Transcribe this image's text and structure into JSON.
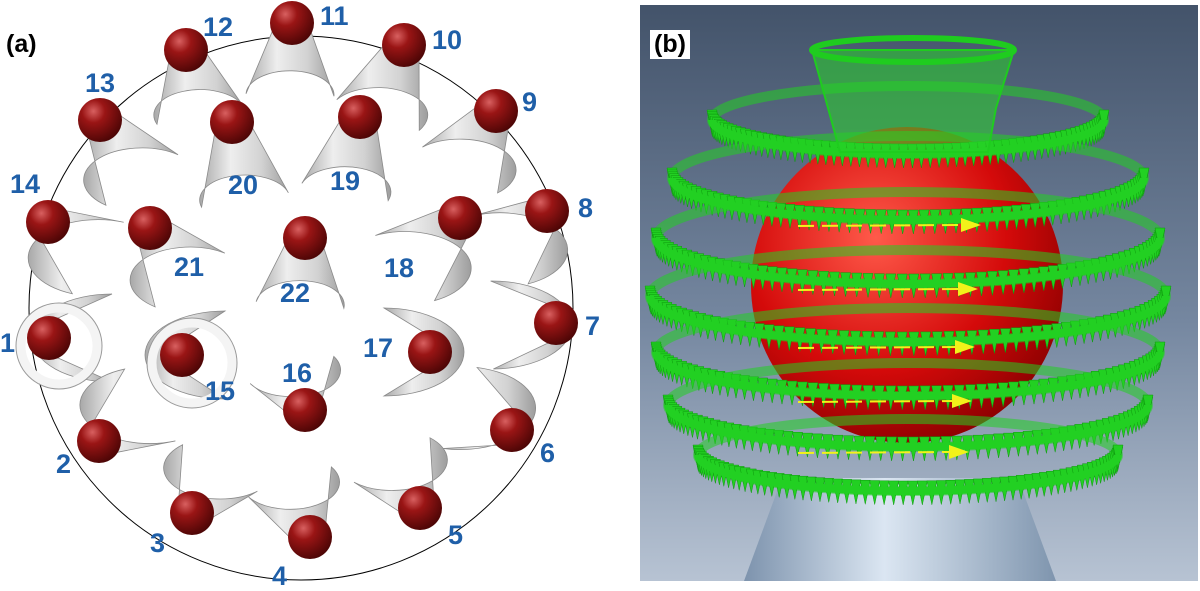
{
  "panels": {
    "a": {
      "tag": "(a)"
    },
    "b": {
      "tag": "(b)"
    }
  },
  "colors": {
    "label_blue": "#1f5fa8",
    "sphere_dark_red": "#7a0c0c",
    "cone_grey": "#d8d8d8",
    "ring_green": "#22d022",
    "core_red": "#d40a0a",
    "arrow_yellow": "#f2f21a",
    "background_slate": "#6b7d96"
  },
  "nozzle_labels": [
    "1",
    "2",
    "3",
    "4",
    "5",
    "6",
    "7",
    "8",
    "9",
    "10",
    "11",
    "12",
    "13",
    "14",
    "15",
    "16",
    "17",
    "18",
    "19",
    "20",
    "21",
    "22"
  ]
}
